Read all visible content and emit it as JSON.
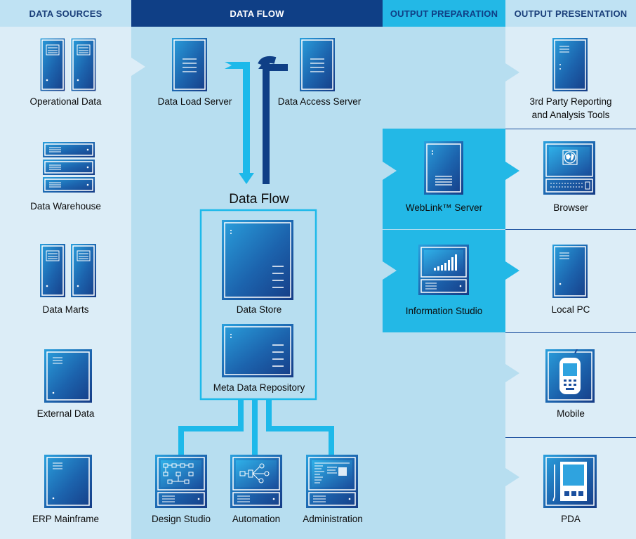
{
  "headers": {
    "data_sources": "DATA SOURCES",
    "data_flow": "DATA FLOW",
    "output_preparation": "OUTPUT PREPARATION",
    "output_presentation": "OUTPUT PRESENTATION"
  },
  "sources": {
    "operational": "Operational Data",
    "warehouse": "Data Warehouse",
    "marts": "Data Marts",
    "external": "External Data",
    "erp": "ERP Mainframe"
  },
  "flow": {
    "load_server": "Data Load Server",
    "access_server": "Data Access Server",
    "title": "Data Flow",
    "store": "Data Store",
    "meta": "Meta Data Repository",
    "design": "Design Studio",
    "automation": "Automation",
    "administration": "Administration"
  },
  "prep": {
    "weblink": "WebLink™ Server",
    "info_studio": "Information Studio"
  },
  "presentation": {
    "third_party_line1": "3rd Party Reporting",
    "third_party_line2": "and Analysis Tools",
    "browser": "Browser",
    "local_pc": "Local PC",
    "mobile": "Mobile",
    "pda": "PDA"
  },
  "colors": {
    "col_light": "#dcedf7",
    "col_mid": "#b7def0",
    "header_light": "#bfe2f3",
    "header_dark": "#0f3f86",
    "prep_fill": "#23b8e6",
    "header_text_dark": "#1a3f7a",
    "pipe_cyan": "#1db9ea",
    "pipe_navy": "#0f3f86",
    "device_dark": "#163c86",
    "device_light": "#2fa3df"
  },
  "icons": {
    "tower": "server-tower-icon",
    "rack": "rack-server-icon",
    "monitor": "workstation-icon",
    "mobile": "mobile-phone-icon",
    "pda": "pda-icon"
  }
}
